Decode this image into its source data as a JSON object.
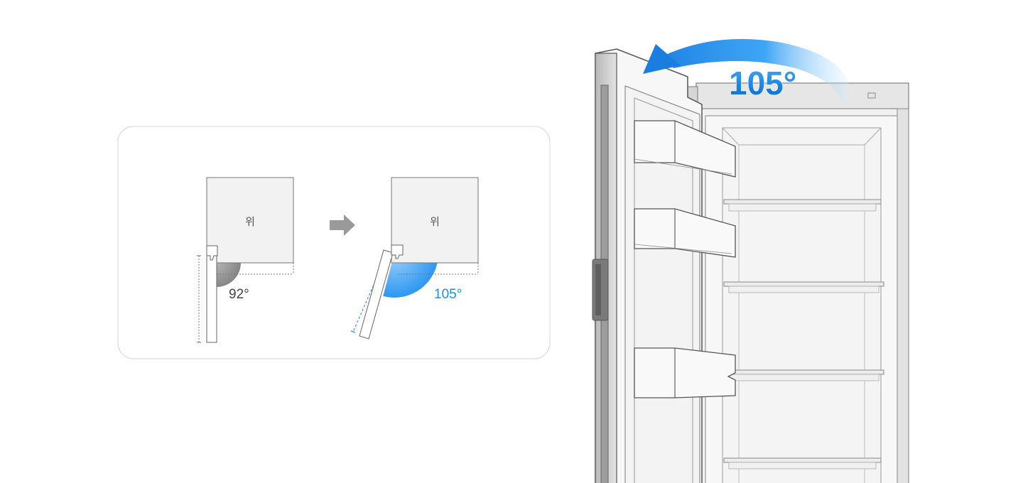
{
  "colors": {
    "accent_blue": "#1a8fe8",
    "gray_sector": "#8a8a8a",
    "cabinet_fill": "#f2f2f2",
    "outline": "#666666",
    "panel_border": "#dddddd"
  },
  "comparison": {
    "before": {
      "cabinet_label": "위",
      "angle_label": "92°",
      "angle": 92
    },
    "arrow_icon": "right-arrow-icon",
    "after": {
      "cabinet_label": "위",
      "angle_label": "105°",
      "angle": 105
    }
  },
  "fridge": {
    "angle_label": "105°",
    "angle": 105,
    "rotation_icon": "curved-rotation-arrow-icon"
  }
}
